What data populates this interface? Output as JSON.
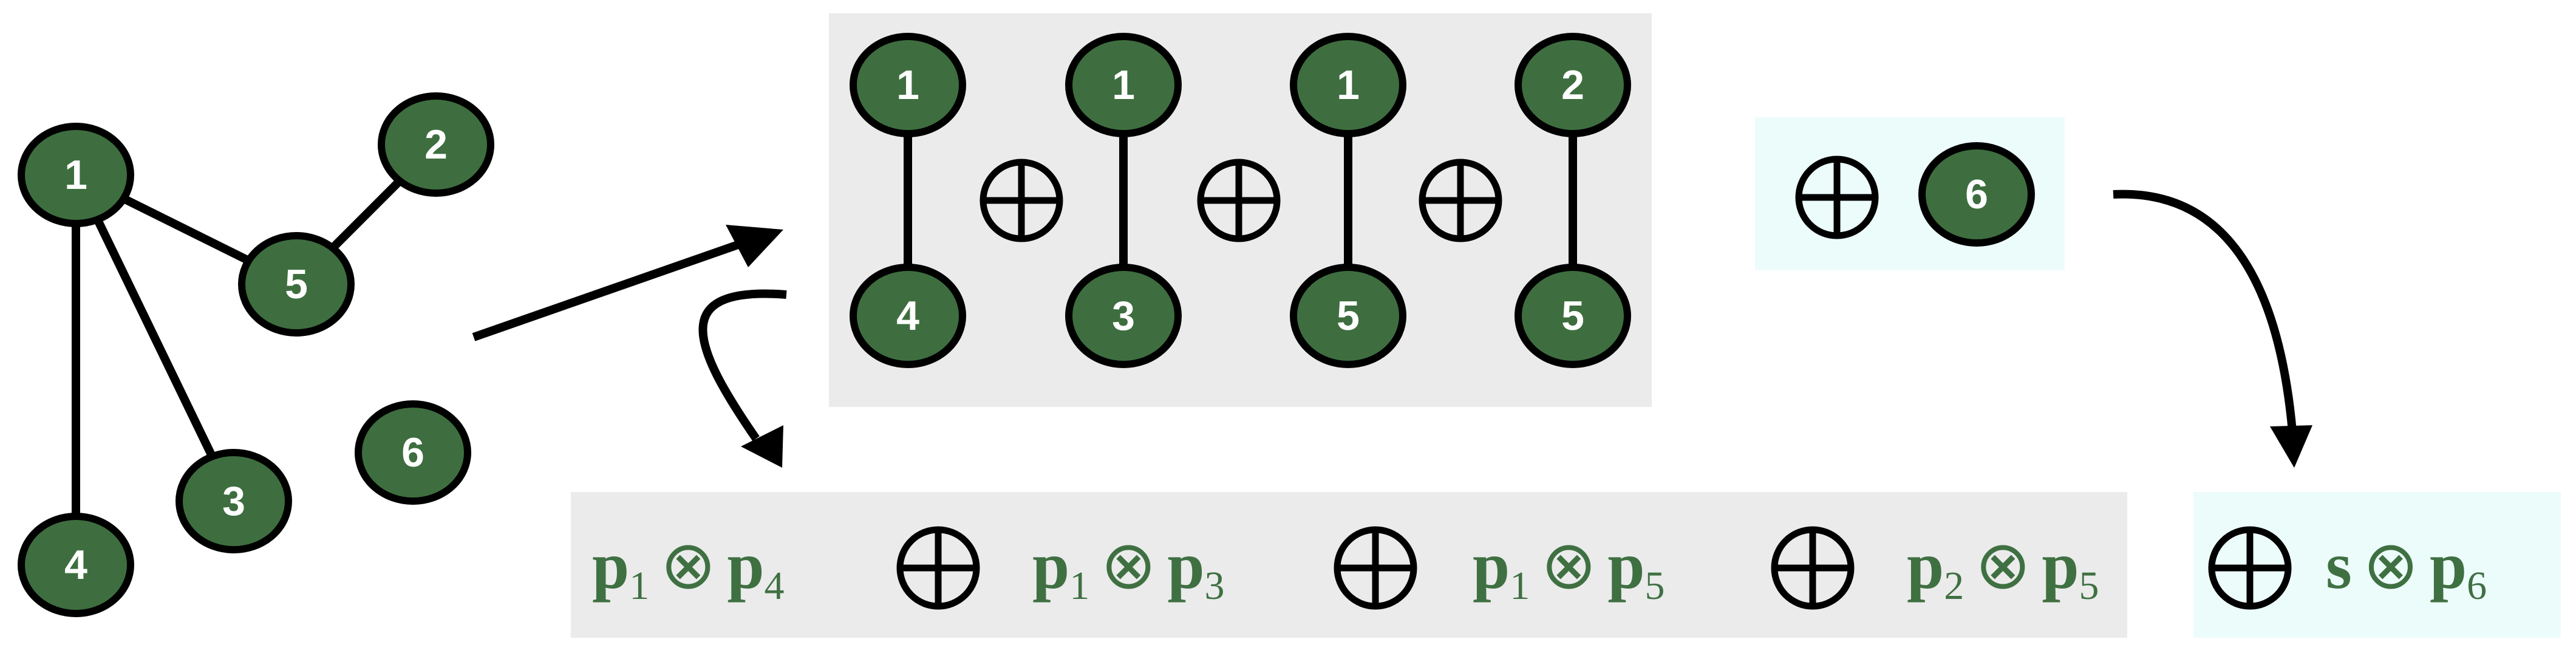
{
  "colors": {
    "node_fill": "#3e6e3f",
    "node_stroke": "#000000",
    "panel_gray": "#ebebeb",
    "panel_cyan": "#ecfcfb",
    "formula_green": "#3f7042"
  },
  "graph": {
    "nodes": [
      {
        "id": "1",
        "label": "1"
      },
      {
        "id": "2",
        "label": "2"
      },
      {
        "id": "3",
        "label": "3"
      },
      {
        "id": "4",
        "label": "4"
      },
      {
        "id": "5",
        "label": "5"
      },
      {
        "id": "6",
        "label": "6"
      }
    ],
    "edges": [
      [
        "1",
        "5"
      ],
      [
        "5",
        "2"
      ],
      [
        "1",
        "3"
      ],
      [
        "1",
        "4"
      ]
    ]
  },
  "edge_panel": {
    "pairs": [
      {
        "top": "1",
        "bottom": "4"
      },
      {
        "top": "1",
        "bottom": "3"
      },
      {
        "top": "1",
        "bottom": "5"
      },
      {
        "top": "2",
        "bottom": "5"
      }
    ]
  },
  "isolated_panel": {
    "node": "6"
  },
  "formula": {
    "terms": [
      {
        "a": "p",
        "a_sub": "1",
        "b": "p",
        "b_sub": "4"
      },
      {
        "a": "p",
        "a_sub": "1",
        "b": "p",
        "b_sub": "3"
      },
      {
        "a": "p",
        "a_sub": "1",
        "b": "p",
        "b_sub": "5"
      },
      {
        "a": "p",
        "a_sub": "2",
        "b": "p",
        "b_sub": "5"
      }
    ],
    "extra_term": {
      "a": "s",
      "a_sub": "",
      "b": "p",
      "b_sub": "6"
    },
    "tensor_symbol": "⊗"
  }
}
